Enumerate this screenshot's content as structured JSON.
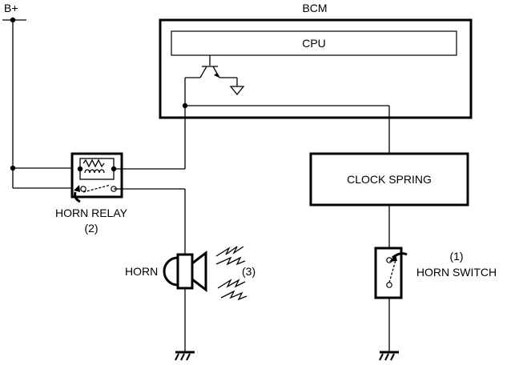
{
  "labels": {
    "battery": "B+",
    "bcm": "BCM",
    "cpu": "CPU",
    "clock_spring": "CLOCK SPRING",
    "horn_relay": "HORN RELAY",
    "horn_relay_num": "(2)",
    "horn": "HORN",
    "horn_num": "(3)",
    "horn_switch": "HORN SWITCH",
    "horn_switch_num": "(1)"
  },
  "icons": [
    "transistor-icon",
    "ground-icon",
    "relay-coil-icon",
    "relay-contact-icon",
    "horn-icon",
    "sound-wave-icon",
    "switch-icon"
  ]
}
